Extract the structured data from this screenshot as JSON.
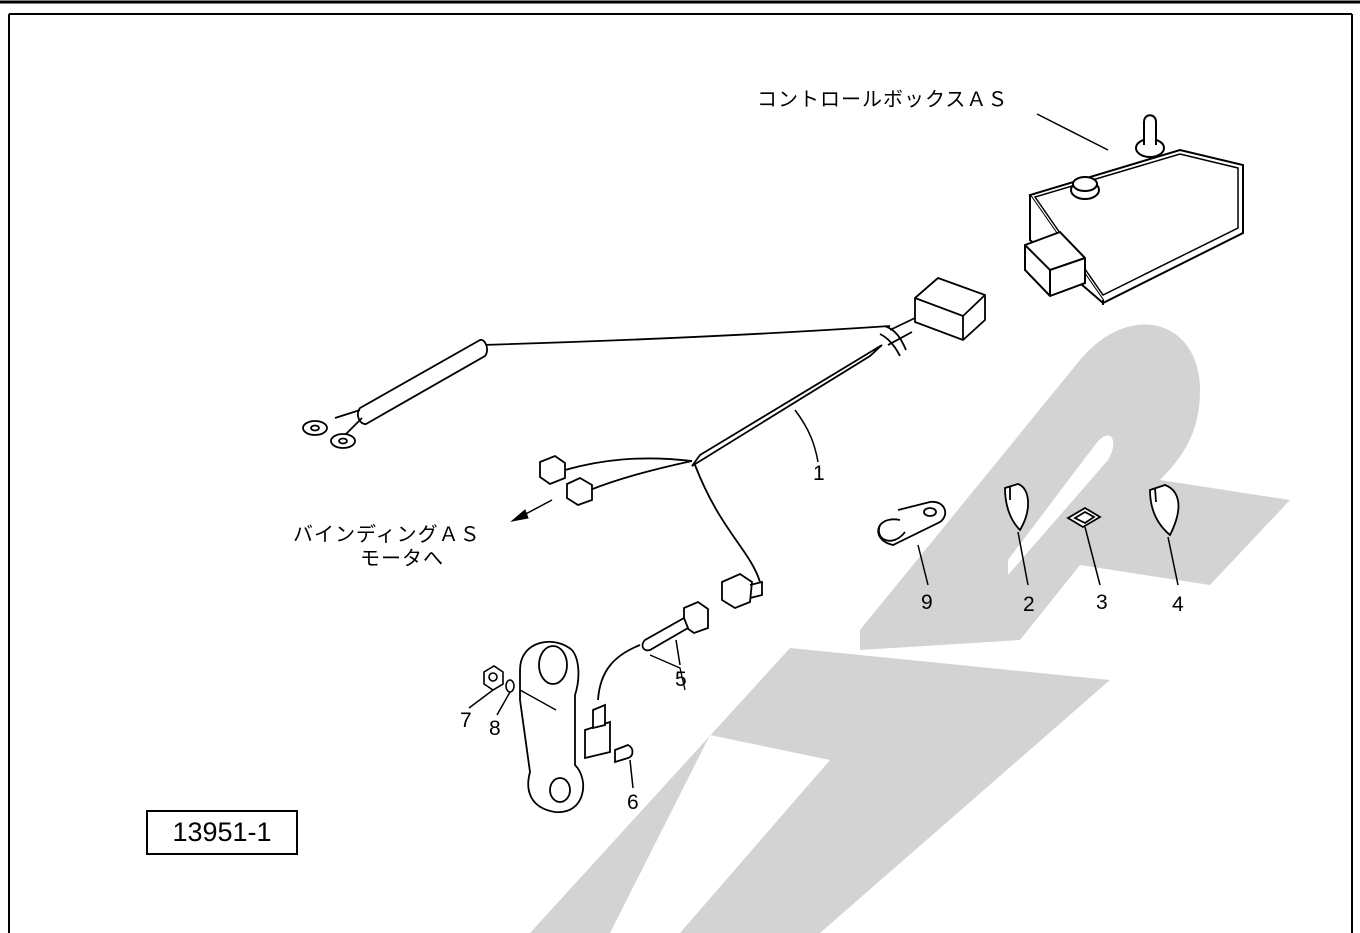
{
  "labels": {
    "control_box": "コントロールボックスＡＳ",
    "binding_line1": "バインディングＡＳ",
    "binding_line2": "モータへ",
    "figure_number": "13951-1"
  },
  "parts": {
    "p1": "1",
    "p2": "2",
    "p3": "3",
    "p4": "4",
    "p5": "5",
    "p6": "6",
    "p7": "7",
    "p8": "8",
    "p9": "9"
  },
  "colors": {
    "line": "#000000",
    "watermark": "#d3d3d3",
    "background": "#ffffff"
  }
}
